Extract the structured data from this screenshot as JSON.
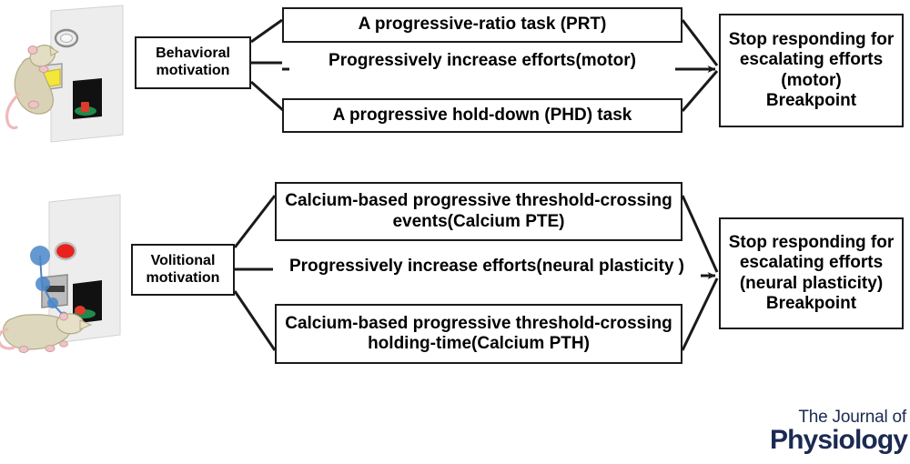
{
  "figure": {
    "title": "Behavioral and volitional motivation task schematic",
    "colors": {
      "line": "#1a1a1a",
      "box_border": "#1a1a1a",
      "box_fill": "#ffffff",
      "panel_fill": "#ebebeb",
      "rat_body": "#d9d2b6",
      "rat_tail": "#f2b9b9",
      "lever_yellow": "#f5e63c",
      "light_red": "#e8231f",
      "dish_green": "#1f8a4c",
      "port_black": "#111111",
      "node_blue": "#4a86c8",
      "journal_navy": "#1b2a52"
    }
  },
  "rows": [
    {
      "id": "behavioral",
      "source_label": "Behavioral\nmotivation",
      "source_line1": "Behavioral",
      "source_line2": "motivation",
      "top_box": "A progressive-ratio task (PRT)",
      "middle_label": "Progressively increase efforts(motor)",
      "bottom_box": "A progressive hold-down (PHD) task",
      "target_lines": [
        "Stop responding for",
        "escalating efforts",
        "(motor)",
        "Breakpoint"
      ],
      "illustration": "rat-rearing-at-operant-panel-with-lever-light-and-feeder-port"
    },
    {
      "id": "volitional",
      "source_label": "Volitional\nmotivation",
      "source_line1": "Volitional",
      "source_line2": "motivation",
      "top_box_line1": "Calcium-based progressive threshold-crossing",
      "top_box_line2": "events(Calcium PTE)",
      "middle_label": "Progressively increase efforts(neural plasticity )",
      "bottom_box_line1": "Calcium-based progressive threshold-crossing",
      "bottom_box_line2": "holding-time(Calcium PTH)",
      "target_lines": [
        "Stop responding for",
        "escalating efforts",
        "(neural plasticity)",
        "Breakpoint"
      ],
      "illustration": "rat-at-operant-panel-with-red-light-screen-feeder-port-and-blue-neural-nodes"
    }
  ],
  "journal": {
    "line1": "The Journal of",
    "line2": "Physiology"
  }
}
